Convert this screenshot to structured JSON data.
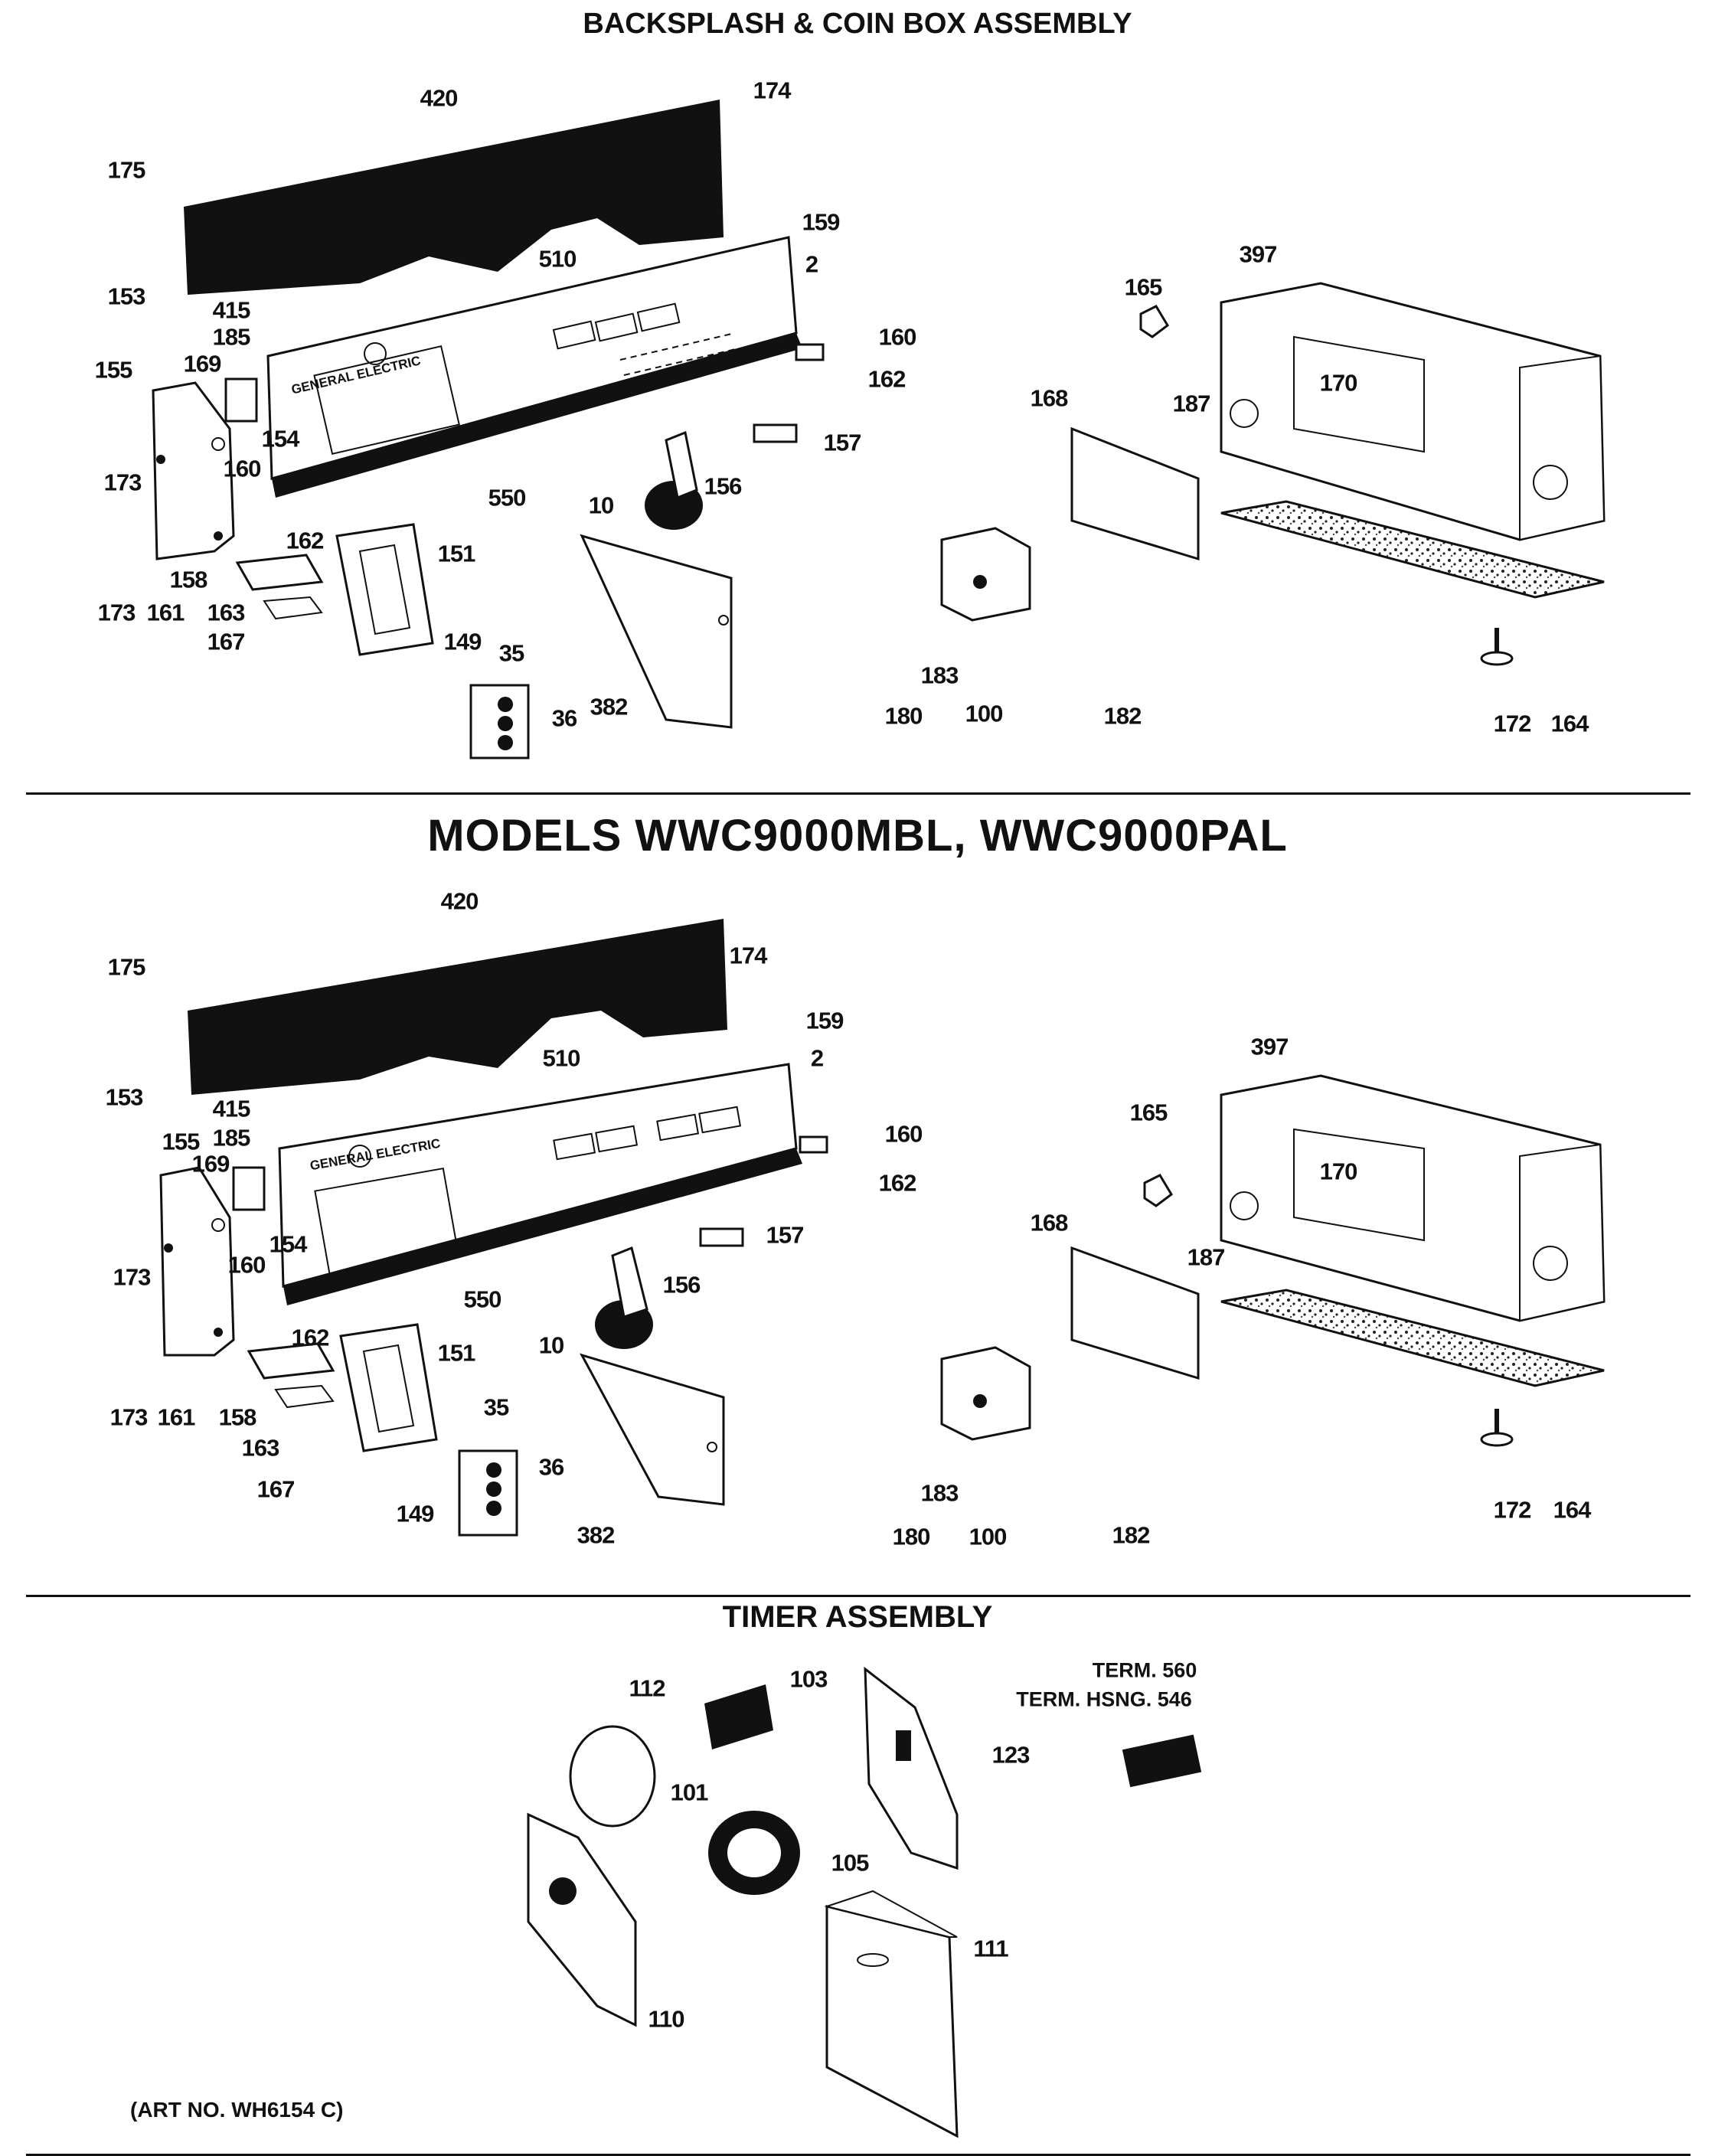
{
  "headings": {
    "section1": "BACKSPLASH & COIN BOX ASSEMBLY",
    "section2": "MODELS WWC9000MBL, WWC9000PAL",
    "section3": "TIMER ASSEMBLY",
    "art_no": "(ART NO. WH6154 C)"
  },
  "panel_text": {
    "brand": "GENERAL ELECTRIC"
  },
  "parts1": [
    "420",
    "174",
    "175",
    "510",
    "159",
    "153",
    "415",
    "2",
    "185",
    "165",
    "397",
    "160",
    "155",
    "169",
    "168",
    "187",
    "162",
    "170",
    "154",
    "157",
    "173",
    "160",
    "550",
    "156",
    "10",
    "162",
    "151",
    "173",
    "161",
    "158",
    "163",
    "167",
    "149",
    "35",
    "36",
    "382",
    "183",
    "180",
    "100",
    "182",
    "172",
    "164"
  ],
  "parts2": [
    "420",
    "174",
    "175",
    "159",
    "510",
    "2",
    "153",
    "415",
    "185",
    "397",
    "160",
    "155",
    "169",
    "165",
    "162",
    "170",
    "168",
    "154",
    "157",
    "160",
    "187",
    "173",
    "550",
    "156",
    "10",
    "162",
    "151",
    "173",
    "161",
    "158",
    "35",
    "163",
    "36",
    "167",
    "149",
    "382",
    "183",
    "180",
    "100",
    "182",
    "172",
    "164"
  ],
  "parts3": [
    "112",
    "103",
    "TERM. 560",
    "TERM. HSNG. 546",
    "123",
    "101",
    "105",
    "111",
    "110"
  ]
}
